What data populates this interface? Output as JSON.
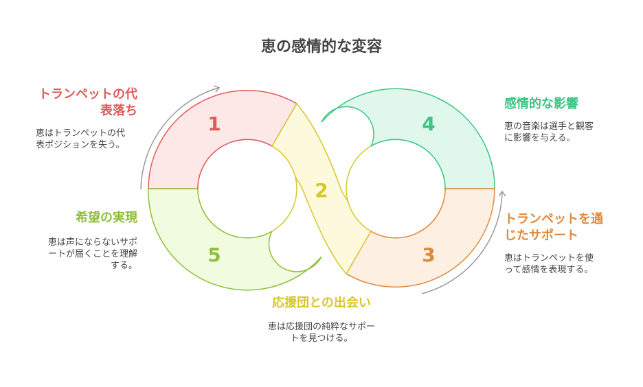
{
  "title": "恵の感情的な変容",
  "colors": {
    "red": "#e05a5a",
    "yellow": "#d9c62a",
    "orange": "#e0883a",
    "green_dark": "#3cc483",
    "green_light": "#8fbf3a",
    "arrow": "#999999"
  },
  "stages": [
    {
      "number": "1",
      "heading": "トランペットの代表落ち",
      "heading_lines": [
        "トランペットの代",
        "表落ち"
      ],
      "desc_lines": [
        "恵はトランペットの代",
        "表ポジションを失う。"
      ]
    },
    {
      "number": "2",
      "heading": "応援団との出会い",
      "desc_lines": [
        "恵は応援団の純粋なサポー",
        "トを見つける。"
      ]
    },
    {
      "number": "3",
      "heading": "トランペットを通じたサポート",
      "heading_lines": [
        "トランペットを通",
        "じたサポート"
      ],
      "desc_lines": [
        "恵はトランペットを使",
        "って感情を表現する。"
      ]
    },
    {
      "number": "4",
      "heading": "感情的な影響",
      "desc_lines": [
        "恵の音楽は選手と観客",
        "に影響を与える。"
      ]
    },
    {
      "number": "5",
      "heading": "希望の実現",
      "desc_lines": [
        "恵は声にならないサポ",
        "ートが届くことを理解",
        "する。"
      ]
    }
  ]
}
